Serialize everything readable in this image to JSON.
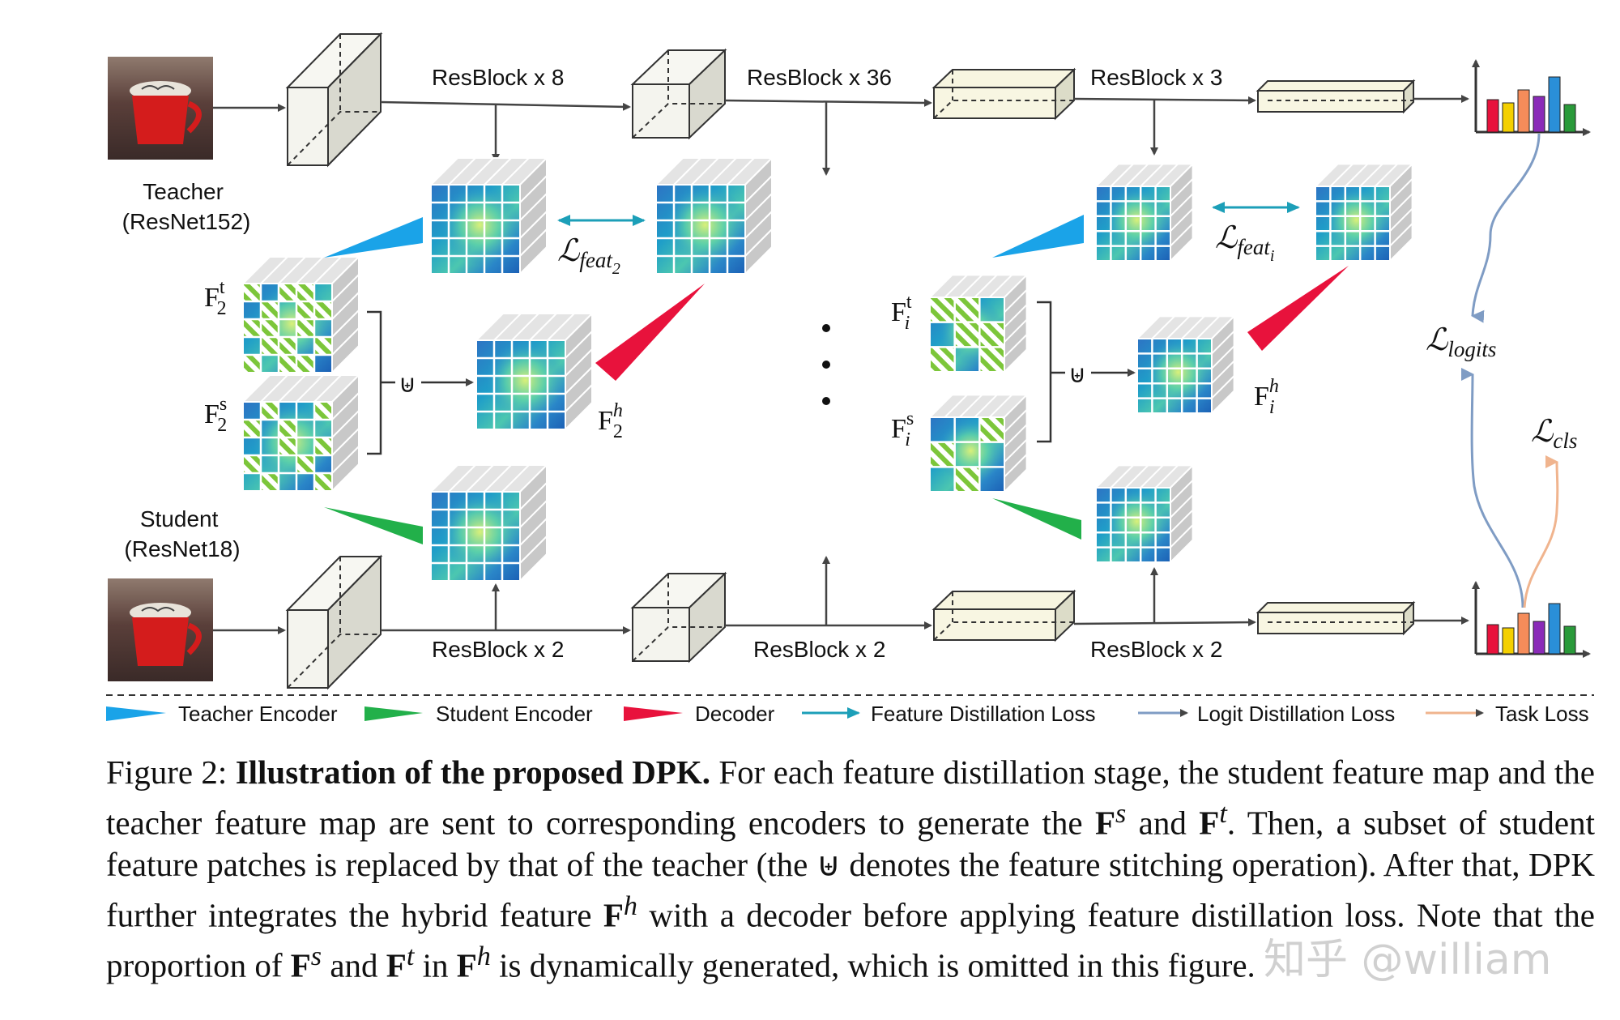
{
  "figure": {
    "teacher_label": [
      "Teacher",
      "(ResNet152)"
    ],
    "student_label": [
      "Student",
      "(ResNet18)"
    ],
    "teacher_stages": [
      "ResBlock x 8",
      "ResBlock x 36",
      "ResBlock x 3"
    ],
    "student_stages": [
      "ResBlock x 2",
      "ResBlock x 2",
      "ResBlock x 2"
    ],
    "loss_labels": {
      "feat2": "ℒ",
      "feat2_sub": "feat",
      "feat2_subsub": "2",
      "feati_sub": "feat",
      "feati_subsub": "i",
      "logits_sub": "logits",
      "cls_sub": "cls"
    },
    "feature_labels": {
      "F": "F",
      "t": "t",
      "s": "s",
      "h": "h",
      "stage2": "2",
      "stagei": "i"
    },
    "stitch_symbol": "⊎",
    "ellipsis": "⋮",
    "legend": [
      {
        "label": "Teacher Encoder",
        "color": "#1aa3e8"
      },
      {
        "label": "Student Encoder",
        "color": "#22b04a"
      },
      {
        "label": "Decoder",
        "color": "#e8123c"
      },
      {
        "label": "Feature Distillation Loss",
        "color": "#1c9fb8"
      },
      {
        "label": "Logit Distillation Loss",
        "color": "#6f8fb8"
      },
      {
        "label": "Task Loss",
        "color": "#f0b48e"
      }
    ],
    "histogram_colors": [
      "#e8123c",
      "#f4d000",
      "#f58c5a",
      "#8a2bb8",
      "#2a8fd8",
      "#2a9a3a"
    ]
  },
  "caption": {
    "prefix": "Figure 2: ",
    "bold": "Illustration of the proposed DPK.",
    "part1": " For each feature distillation stage, the student feature map and the teacher feature map are sent to corresponding encoders to generate the ",
    "Fs": "F",
    "s": "s",
    "and1": " and ",
    "Ft": "F",
    "t": "t",
    "part2": ". Then, a subset of student feature patches is replaced by that of the teacher (the ",
    "symbol": "⊎",
    "part3": " denotes the feature stitching operation). After that, DPK further integrates the hybrid feature ",
    "Fh": "F",
    "h": "h",
    "part4": " with a decoder before applying feature distillation loss. Note that the proportion of ",
    "and2": " and ",
    "in": " in ",
    "part5": " is dynamically generated, which is omitted in this figure."
  },
  "watermark": "知乎 @william"
}
